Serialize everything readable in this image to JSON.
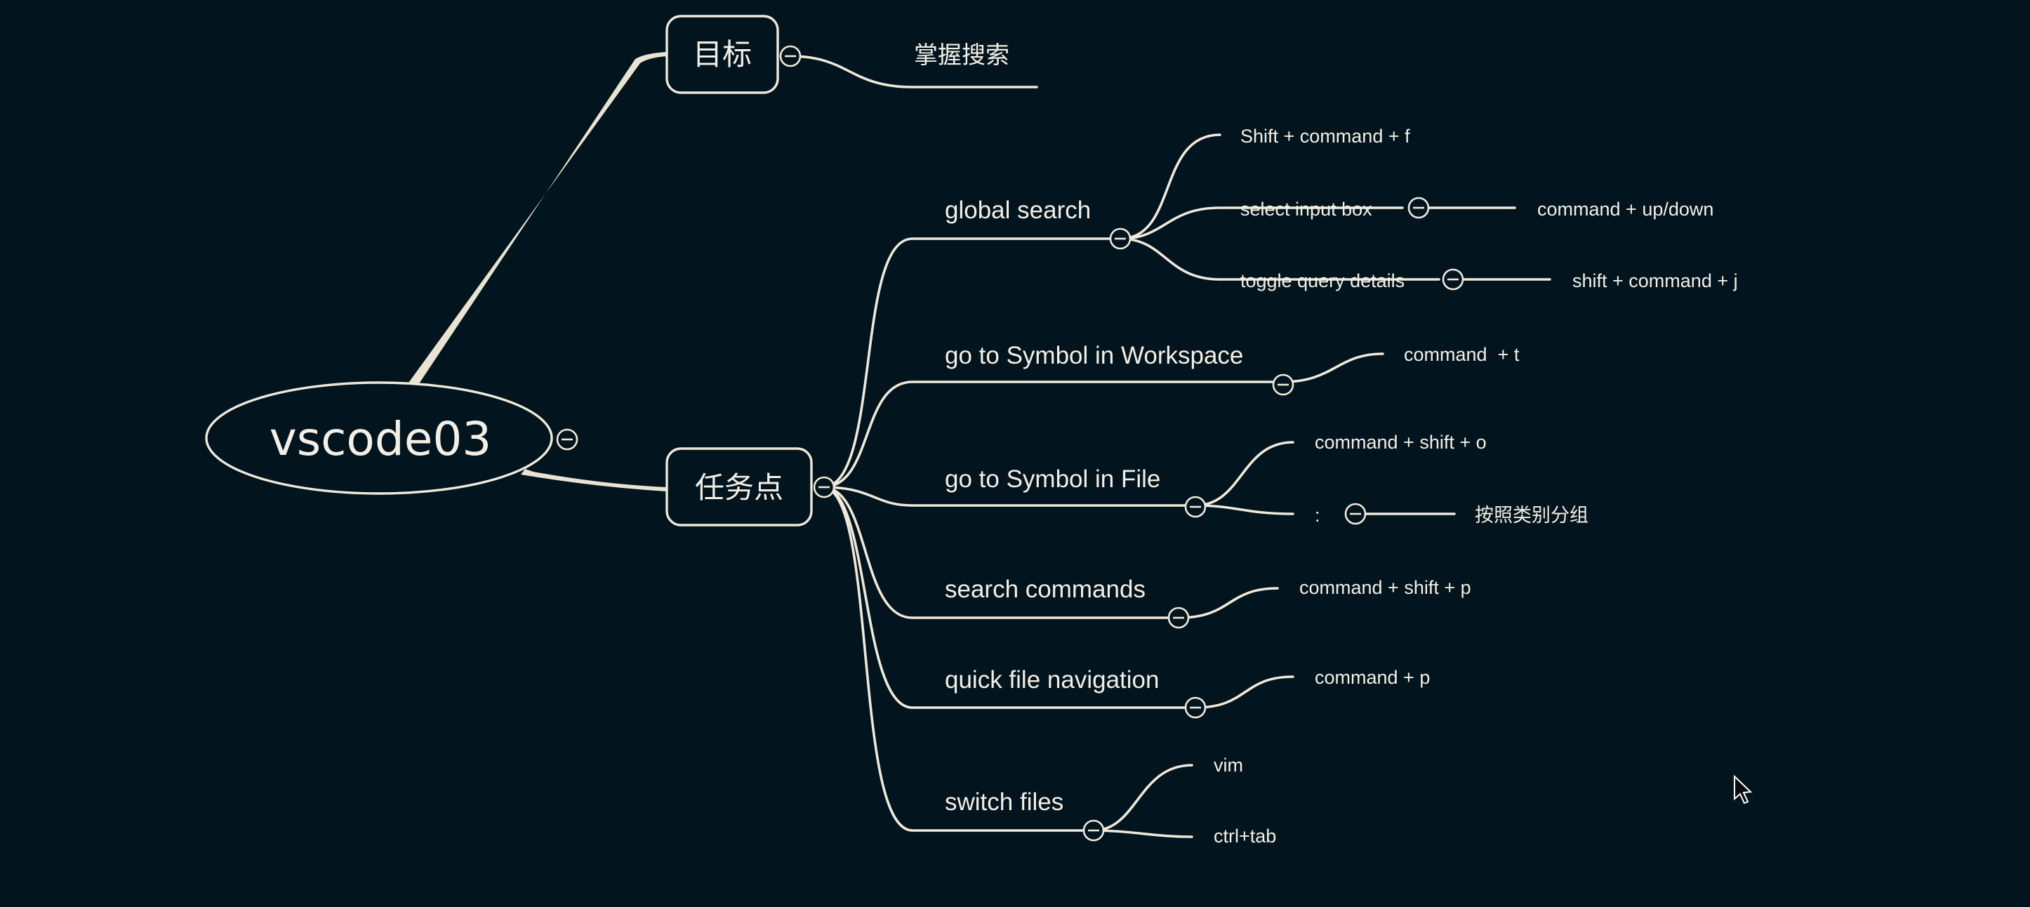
{
  "colors": {
    "background": "#02141d",
    "line": "#efe9dc",
    "text": "#f3efe6"
  },
  "map": {
    "root": "vscode03",
    "goal": {
      "title": "目标",
      "items": [
        "掌握搜索"
      ]
    },
    "tasks": {
      "title": "任务点",
      "branches": {
        "global_search": {
          "label": "global search",
          "children": {
            "shortcut": "Shift + command + f",
            "select_input": {
              "label": "select input box",
              "value": "command + up/down"
            },
            "toggle_details": {
              "label": "toggle query details",
              "value": "shift + command + j"
            }
          }
        },
        "symbol_workspace": {
          "label": "go to Symbol in Workspace",
          "shortcut": "command  + t"
        },
        "symbol_file": {
          "label": "go to Symbol in File",
          "shortcut": "command + shift + o",
          "colon": {
            "label": ":",
            "value": "按照类别分组"
          }
        },
        "search_commands": {
          "label": "search commands",
          "shortcut": "command + shift + p"
        },
        "quick_file": {
          "label": "quick file navigation",
          "shortcut": "command + p"
        },
        "switch_files": {
          "label": "switch files",
          "children": [
            "vim",
            "ctrl+tab"
          ]
        }
      }
    }
  },
  "icons": {
    "collapse": "collapse-minus-icon",
    "cursor": "mouse-cursor-icon"
  }
}
